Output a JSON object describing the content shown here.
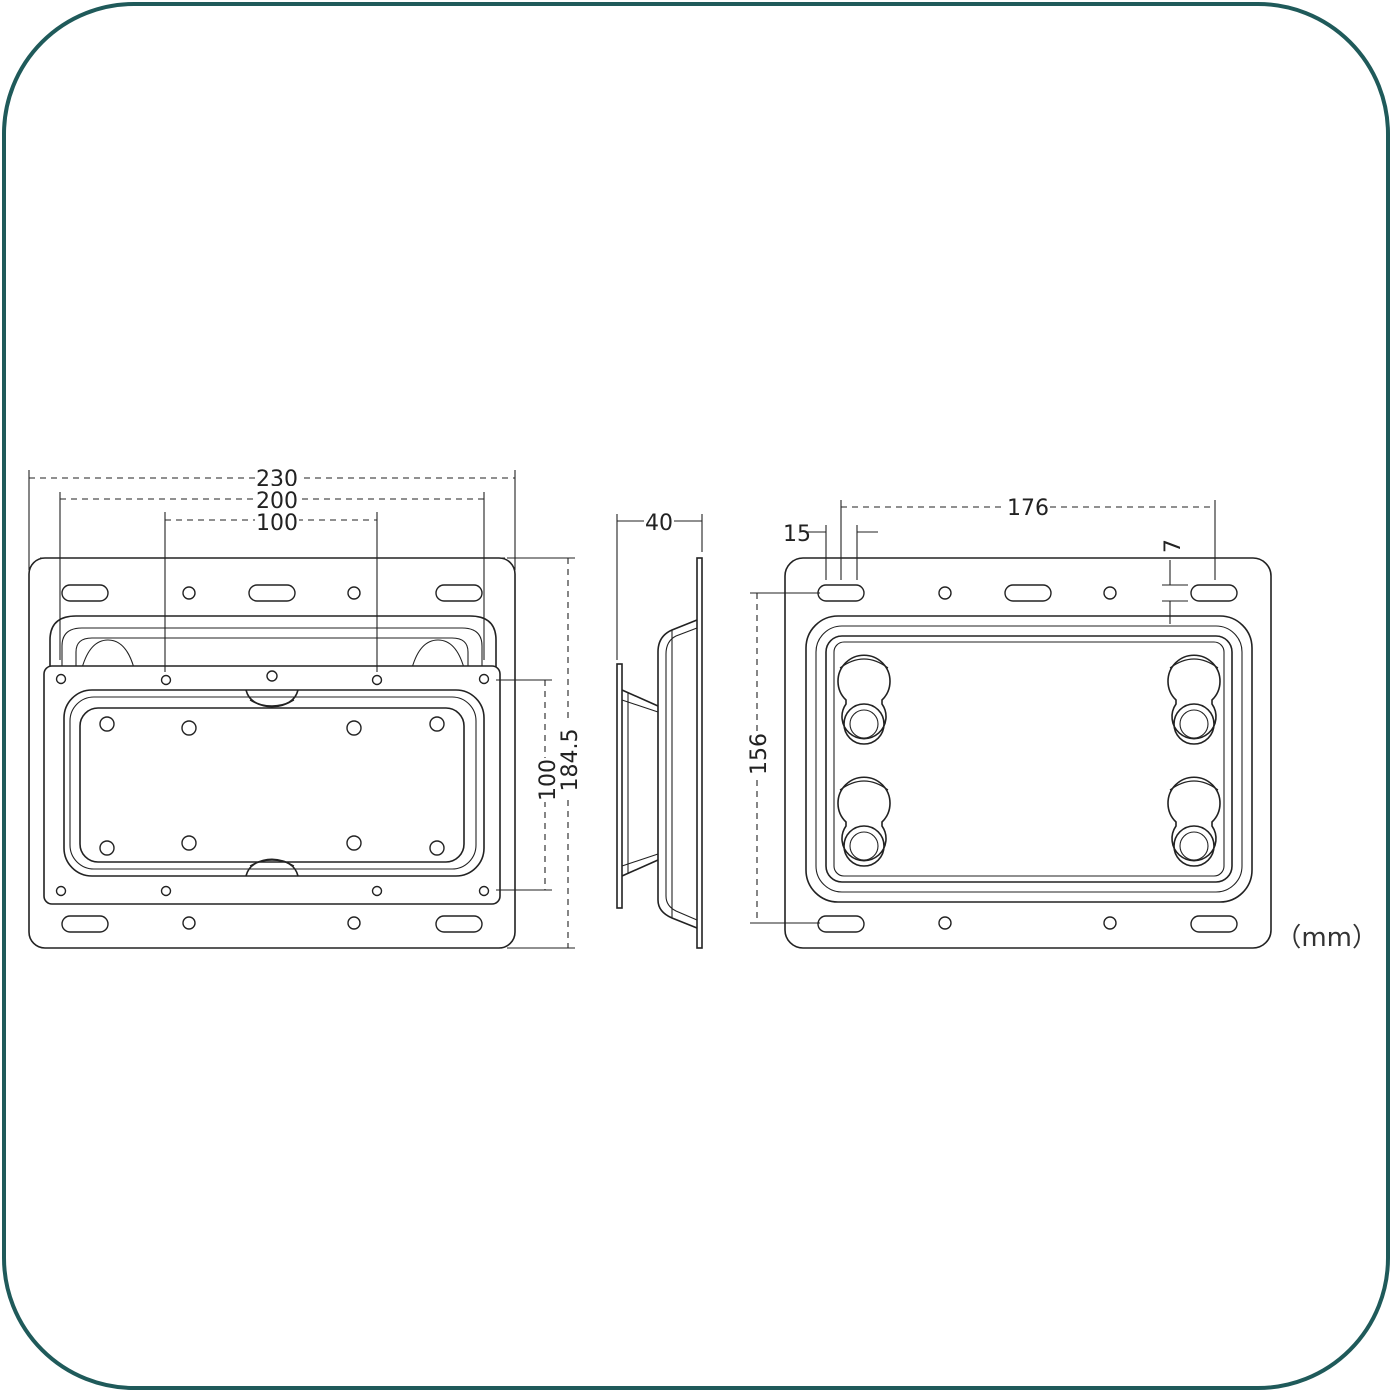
{
  "colors": {
    "frame": "#1f5a5a",
    "line": "#222222",
    "background": "#ffffff"
  },
  "dimensions": {
    "front_width_outer": "230",
    "front_width_mid": "200",
    "front_width_inner": "100",
    "front_height_total": "184.5",
    "front_height_inner": "100",
    "side_depth": "40",
    "back_hole_span": "176",
    "back_edge_offset": "15",
    "back_slot_offset": "7",
    "back_height": "156"
  },
  "unit_label": "（mm）"
}
